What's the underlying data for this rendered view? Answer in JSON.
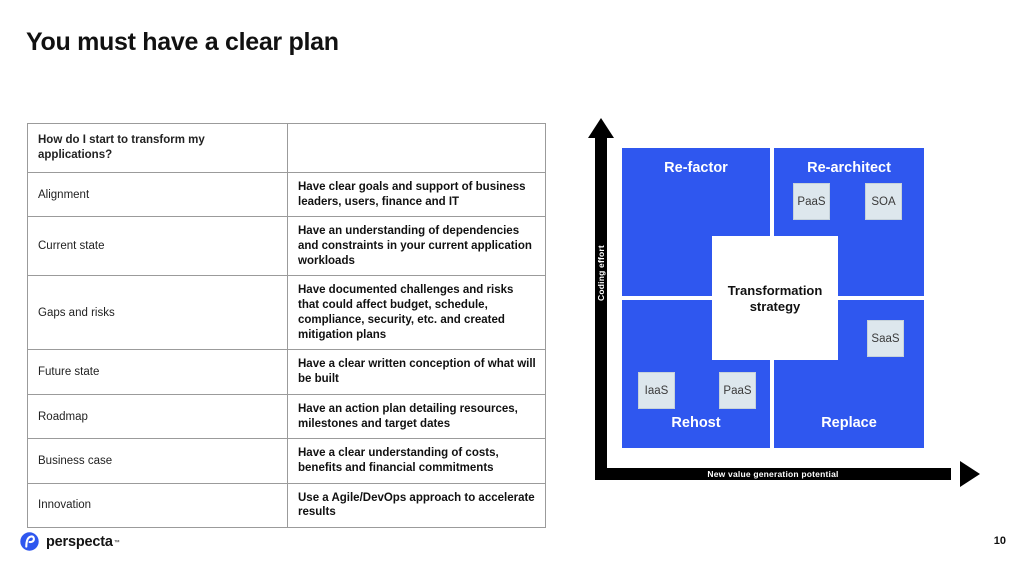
{
  "slide": {
    "title": "You must have a clear plan",
    "page_number": "10"
  },
  "table": {
    "header": {
      "label": "How do I start to transform my applications?",
      "desc": ""
    },
    "rows": [
      {
        "label": "Alignment",
        "desc": "Have clear goals and support of business leaders, users, finance and IT"
      },
      {
        "label": "Current state",
        "desc": "Have an understanding of dependencies and constraints in your current application workloads"
      },
      {
        "label": "Gaps and risks",
        "desc": "Have documented challenges and risks that could affect budget, schedule, compliance, security, etc. and created mitigation plans"
      },
      {
        "label": "Future state",
        "desc": "Have a clear written conception of what will be built"
      },
      {
        "label": "Roadmap",
        "desc": "Have an action plan detailing resources, milestones and target dates"
      },
      {
        "label": "Business case",
        "desc": "Have a clear understanding of costs, benefits and financial commitments"
      },
      {
        "label": "Innovation",
        "desc": "Use a Agile/DevOps approach to accelerate results"
      }
    ]
  },
  "matrix": {
    "y_axis_label": "Coding effort",
    "x_axis_label": "New value generation potential",
    "center_label": "Transformation strategy",
    "quadrants": [
      {
        "key": "refactor",
        "label": "Re-factor"
      },
      {
        "key": "rearchitect",
        "label": "Re-architect"
      },
      {
        "key": "rehost",
        "label": "Rehost"
      },
      {
        "key": "replace",
        "label": "Replace"
      }
    ],
    "chips": [
      {
        "key": "paas-rearchitect",
        "label": "PaaS",
        "quadrant": "rearchitect"
      },
      {
        "key": "soa",
        "label": "SOA",
        "quadrant": "rearchitect"
      },
      {
        "key": "saas",
        "label": "SaaS",
        "quadrant": "replace"
      },
      {
        "key": "iaas",
        "label": "IaaS",
        "quadrant": "rehost"
      },
      {
        "key": "paas-rehost",
        "label": "PaaS",
        "quadrant": "rehost"
      }
    ],
    "colors": {
      "quadrant_blue": "#2f57ef",
      "chip_fill": "#dde7ed",
      "axis_black": "#000000",
      "center_fill": "#ffffff"
    }
  },
  "footer": {
    "logo_text": "perspecta",
    "logo_tm": "™",
    "logo_color": "#2f57ef"
  }
}
